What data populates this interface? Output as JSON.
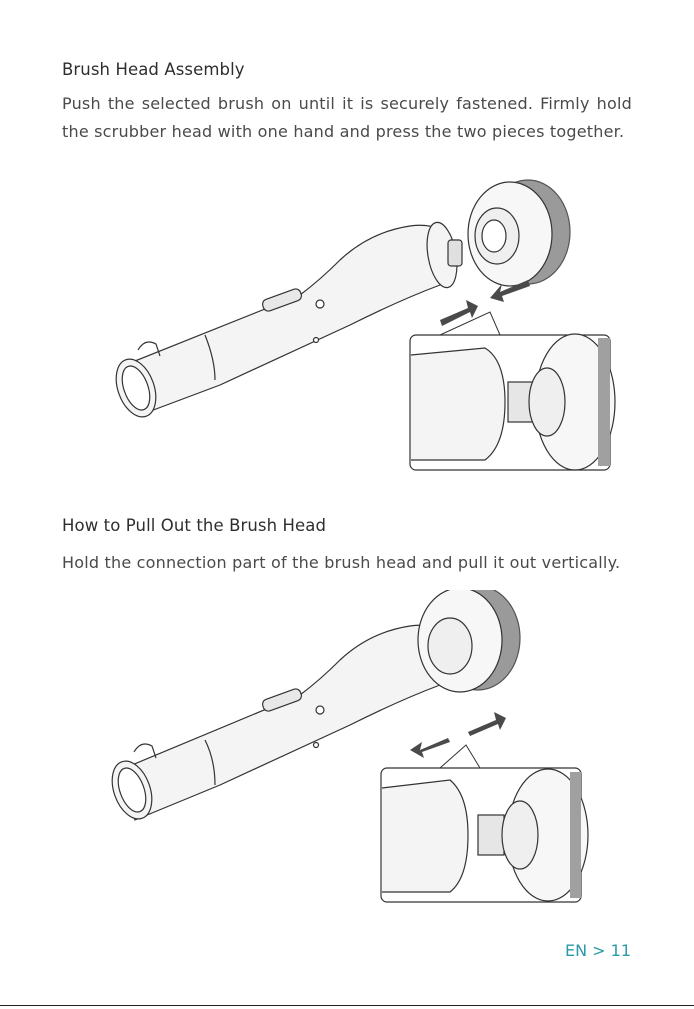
{
  "section1": {
    "heading": "Brush Head Assembly",
    "body": "Push the selected brush on until it is securely fastened. Firmly hold the scrubber head with one hand and press the two pieces together."
  },
  "section2": {
    "heading": "How to Pull Out the Brush Head",
    "body": "Hold the connection part of the brush head and pull it out vertically."
  },
  "footer": {
    "page_label": "EN > 11",
    "accent_color": "#2a9aa8"
  },
  "illustrations": {
    "figure1": "brush-attach-illustration",
    "figure2": "brush-detach-illustration"
  }
}
